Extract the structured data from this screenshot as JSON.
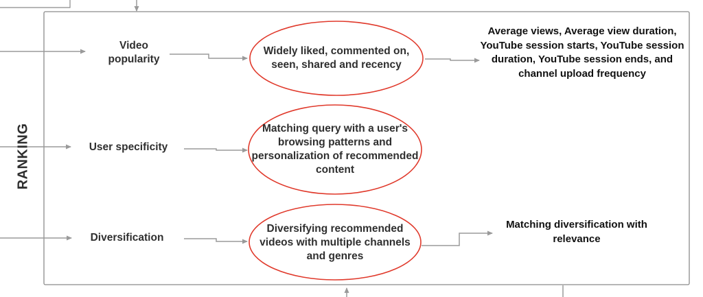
{
  "section_title": "RANKING",
  "rows": [
    {
      "factor": "Video popularity",
      "criterion": "Widely liked, commented on, seen, shared and recency",
      "outcome": "Average views, Average view duration, YouTube session starts, YouTube session duration, YouTube session ends, and channel upload frequency"
    },
    {
      "factor": "User specificity",
      "criterion": "Matching query with a user's browsing patterns and personalization of recommended content",
      "outcome": ""
    },
    {
      "factor": "Diversification",
      "criterion": "Diversifying recommended videos with multiple channels and genres",
      "outcome": "Matching diversification with relevance"
    }
  ],
  "colors": {
    "frame": "#8a8a8a",
    "arrow": "#9a9a9a",
    "ellipse": "#e0392b",
    "text": "#2f2f2f"
  }
}
